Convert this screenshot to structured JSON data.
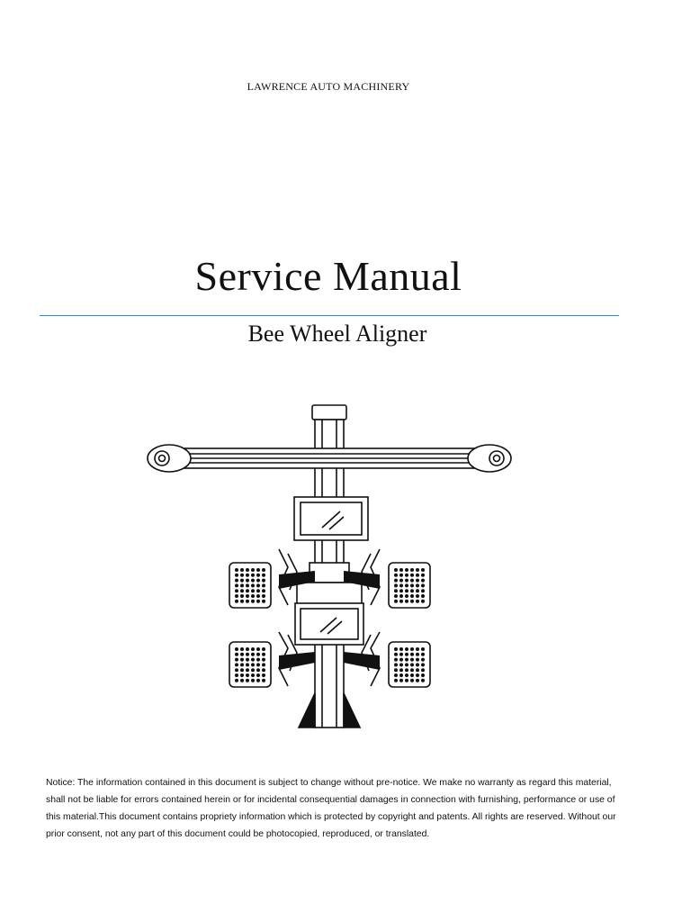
{
  "header": {
    "company": "LAWRENCE AUTO MACHINERY"
  },
  "cover": {
    "title": "Service Manual",
    "subtitle": "Bee Wheel Aligner",
    "rule_color": "#4f81bd"
  },
  "illustration": {
    "subject": "wheel-aligner-icon"
  },
  "footer": {
    "notice": "Notice: The information contained in this document is subject to change without pre-notice. We make no warranty as regard this material, shall not be liable for errors contained herein or for incidental consequential damages in connection with furnishing, performance or use of this material.This document contains propriety information which is protected by copyright and patents. All rights are reserved. Without our prior consent, not any part of this document could be photocopied, reproduced, or translated."
  }
}
